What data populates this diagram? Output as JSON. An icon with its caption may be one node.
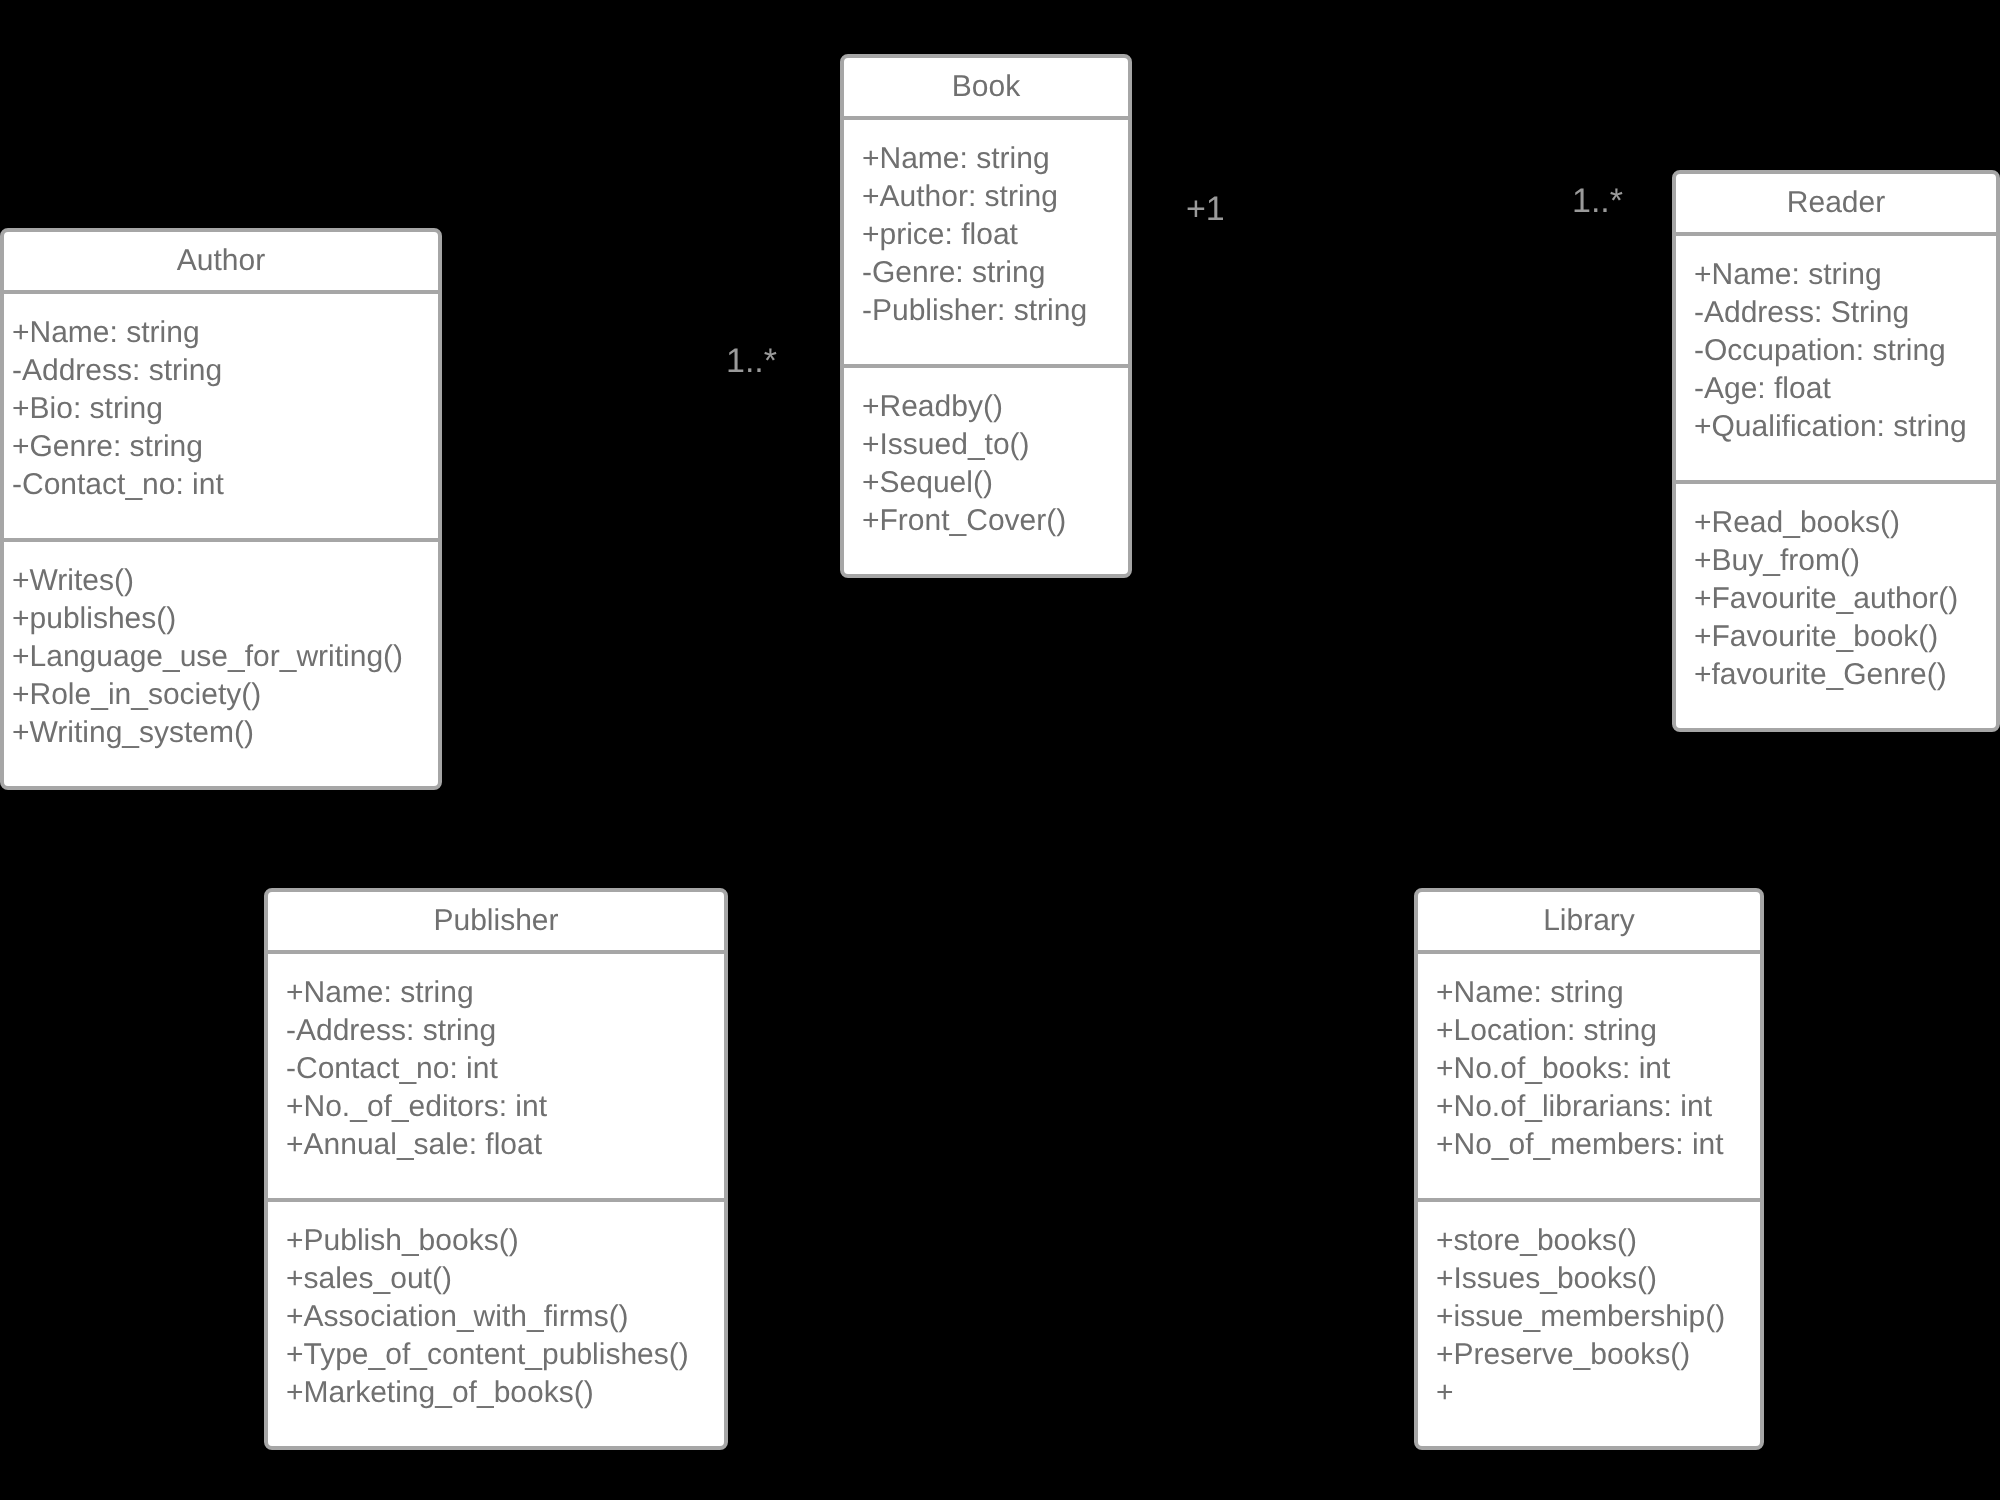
{
  "diagram": {
    "nodes": [
      {
        "text": [
          "Author"
        ]
      },
      {
        "text": [
          "+Name: string",
          "-Address: string",
          "+Bio: string",
          "+Genre: string",
          "-Contact_no: int"
        ],
        "in": 0
      },
      {
        "text": [
          "+Writes()",
          "+publishes()",
          "+Language_use_for_writing()",
          "+Role_in_society()",
          "+Writing_system()"
        ],
        "in": 0
      },
      {
        "text": [
          "Book"
        ]
      },
      {
        "text": [
          "+Name: string",
          "+Author: string",
          "+price: float",
          "-Genre: string",
          "-Publisher: string"
        ],
        "in": 3
      },
      {
        "text": [
          "+Readby()",
          "+Issued_to()",
          "+Sequel()",
          "+Front_Cover()"
        ],
        "in": 3
      },
      {
        "text": [
          "Reader"
        ]
      },
      {
        "text": [
          "+Name: string",
          "-Address: String",
          "-Occupation: string",
          "-Age: float",
          "+Qualification: string"
        ],
        "in": 6
      },
      {
        "text": [
          "+Read_books()",
          "+Buy_from()",
          "+Favourite_author()",
          "+Favourite_book()",
          "+favourite_Genre()"
        ],
        "in": 6
      },
      {
        "text": [
          "Publisher"
        ]
      },
      {
        "text": [
          "+Name: string",
          "-Address: string",
          "-Contact_no: int",
          "+No._of_editors: int",
          "+Annual_sale: float"
        ],
        "in": 9
      },
      {
        "text": [
          "+Publish_books()",
          "+sales_out()",
          "+Association_with_firms()",
          "+Type_of_content_publishes()",
          "+Marketing_of_books()"
        ],
        "in": 9
      },
      {
        "text": [
          "Library"
        ]
      },
      {
        "text": [
          "+Name: string",
          "+Location: string",
          "+No.of_books: int",
          "+No.of_librarians: int",
          "+No_of_members: int"
        ],
        "in": 12
      },
      {
        "text": [
          "+store_books()",
          "+Issues_books()",
          "+issue_membership()",
          "+Preserve_books()",
          "+"
        ],
        "in": 12
      }
    ],
    "labels": [
      "+1",
      "1..*",
      "1..*"
    ]
  }
}
